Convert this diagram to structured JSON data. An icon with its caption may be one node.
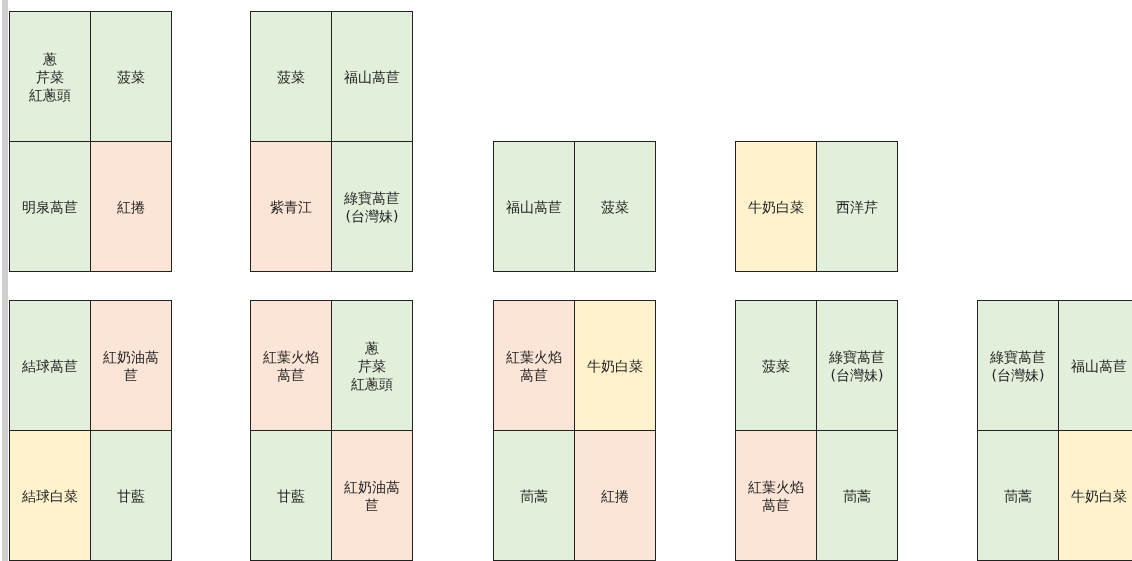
{
  "diagram": {
    "nodes": [
      {
        "text": [
          "蔥",
          "芹菜",
          "紅蔥頭"
        ]
      },
      {
        "text": [
          "菠菜"
        ]
      },
      {
        "text": [
          "菠菜"
        ]
      },
      {
        "text": [
          "福山萵苣"
        ]
      },
      {
        "text": [
          "明泉萵苣"
        ]
      },
      {
        "text": [
          "紅捲"
        ]
      },
      {
        "text": [
          "紫青江"
        ]
      },
      {
        "text": [
          "綠寶萵苣(台灣妹)"
        ]
      },
      {
        "text": [
          "福山萵苣"
        ]
      },
      {
        "text": [
          "菠菜"
        ]
      },
      {
        "text": [
          "牛奶白菜"
        ]
      },
      {
        "text": [
          "西洋芹"
        ]
      },
      {
        "text": [
          "結球萵苣"
        ]
      },
      {
        "text": [
          "紅奶油萵苣"
        ]
      },
      {
        "text": [
          "紅葉火焰萵苣"
        ]
      },
      {
        "text": [
          "蔥",
          "芹菜",
          "紅蔥頭"
        ]
      },
      {
        "text": [
          "紅葉火焰萵苣"
        ]
      },
      {
        "text": [
          "牛奶白菜"
        ]
      },
      {
        "text": [
          "菠菜"
        ]
      },
      {
        "text": [
          "綠寶萵苣(台灣妹)"
        ]
      },
      {
        "text": [
          "綠寶萵苣(台灣妹)"
        ]
      },
      {
        "text": [
          "福山萵苣"
        ]
      },
      {
        "text": [
          "結球白菜"
        ]
      },
      {
        "text": [
          "甘藍"
        ]
      },
      {
        "text": [
          "甘藍"
        ]
      },
      {
        "text": [
          "紅奶油萵苣"
        ]
      },
      {
        "text": [
          "茼蒿"
        ]
      },
      {
        "text": [
          "紅捲"
        ]
      },
      {
        "text": [
          "紅葉火焰萵苣"
        ]
      },
      {
        "text": [
          "茼蒿"
        ]
      },
      {
        "text": [
          "茼蒿"
        ]
      },
      {
        "text": [
          "牛奶白菜"
        ]
      }
    ]
  }
}
